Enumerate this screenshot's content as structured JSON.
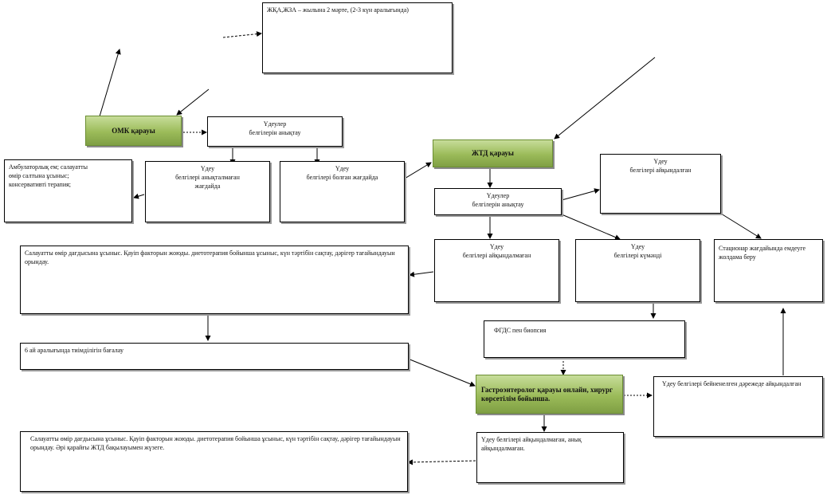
{
  "nodes": {
    "top_box": "ЖҚА,ЖЗА – жылына 2 мәрте, (2-3 күн аралығында)",
    "omk": "ОМК қарауы",
    "symptoms_eval_1": {
      "line1": "Үдеулер",
      "line2": "белгілерін анықтау"
    },
    "ambulatory": {
      "line1": "Амбулаторлық ем; салауатты",
      "line2": "өмір салтына ұсыныс;",
      "line3": "консервативті терапия;"
    },
    "no_symptoms_1": {
      "line1": "Үдеу",
      "line2": "белгілері анықталмаған",
      "line3": "жағдайда"
    },
    "symptoms_present": {
      "line1": "Үдеу",
      "line2": "белгілері болған жағдайда"
    },
    "zhtd": "ЖТД қарауы",
    "symptoms_eval_2": {
      "line1": "Үдеулер",
      "line2": "белгілерін анықтау"
    },
    "symptoms_found_top": {
      "line1": "Үдеу",
      "line2": "белгілері айқындалған"
    },
    "lifestyle_1": "Салауатты өмір дағдысына ұсыныс. Қауіп факторын жоюды. диетотерапия бойынша ұсыныс, күн тәртібін сақтау, дәрігер тағайындауын орындау.",
    "no_symptoms_2": {
      "line1": "Үдеу",
      "line2": "белгілері айқындалмаған"
    },
    "symptoms_suspected": {
      "line1": "Үдеу",
      "line2": "белгілері күмәнді"
    },
    "stationary": "Стационар жағдайында емдеуге жолдама беру",
    "fgds": "ФГДС пен биопсия",
    "six_months": "6 ай аралығында тиімділігін бағалау",
    "gastro": "Гастроэнтеролог қарауы онлайн, хирург көрсетілім бойынша.",
    "severity": "Үдеу белгілері бейненелген дәрежеде айқындалған",
    "lifestyle_2": "Салауатты өмір дағдысына ұсыныс. Қауіп факторын жоюды. диетотерапия бойынша ұсыныс, күн тәртібін сақтау, дәрігер тағайындауын орындау. Әрі қарайғы ЖТД бақылауымен жүзеге.",
    "final_status": "Үдеу белгілері айқындалмаған, анық айқындалмаған."
  },
  "colors": {
    "accent_green": "#9bbb59",
    "border": "#000000",
    "shadow": "#9a9a9a"
  }
}
